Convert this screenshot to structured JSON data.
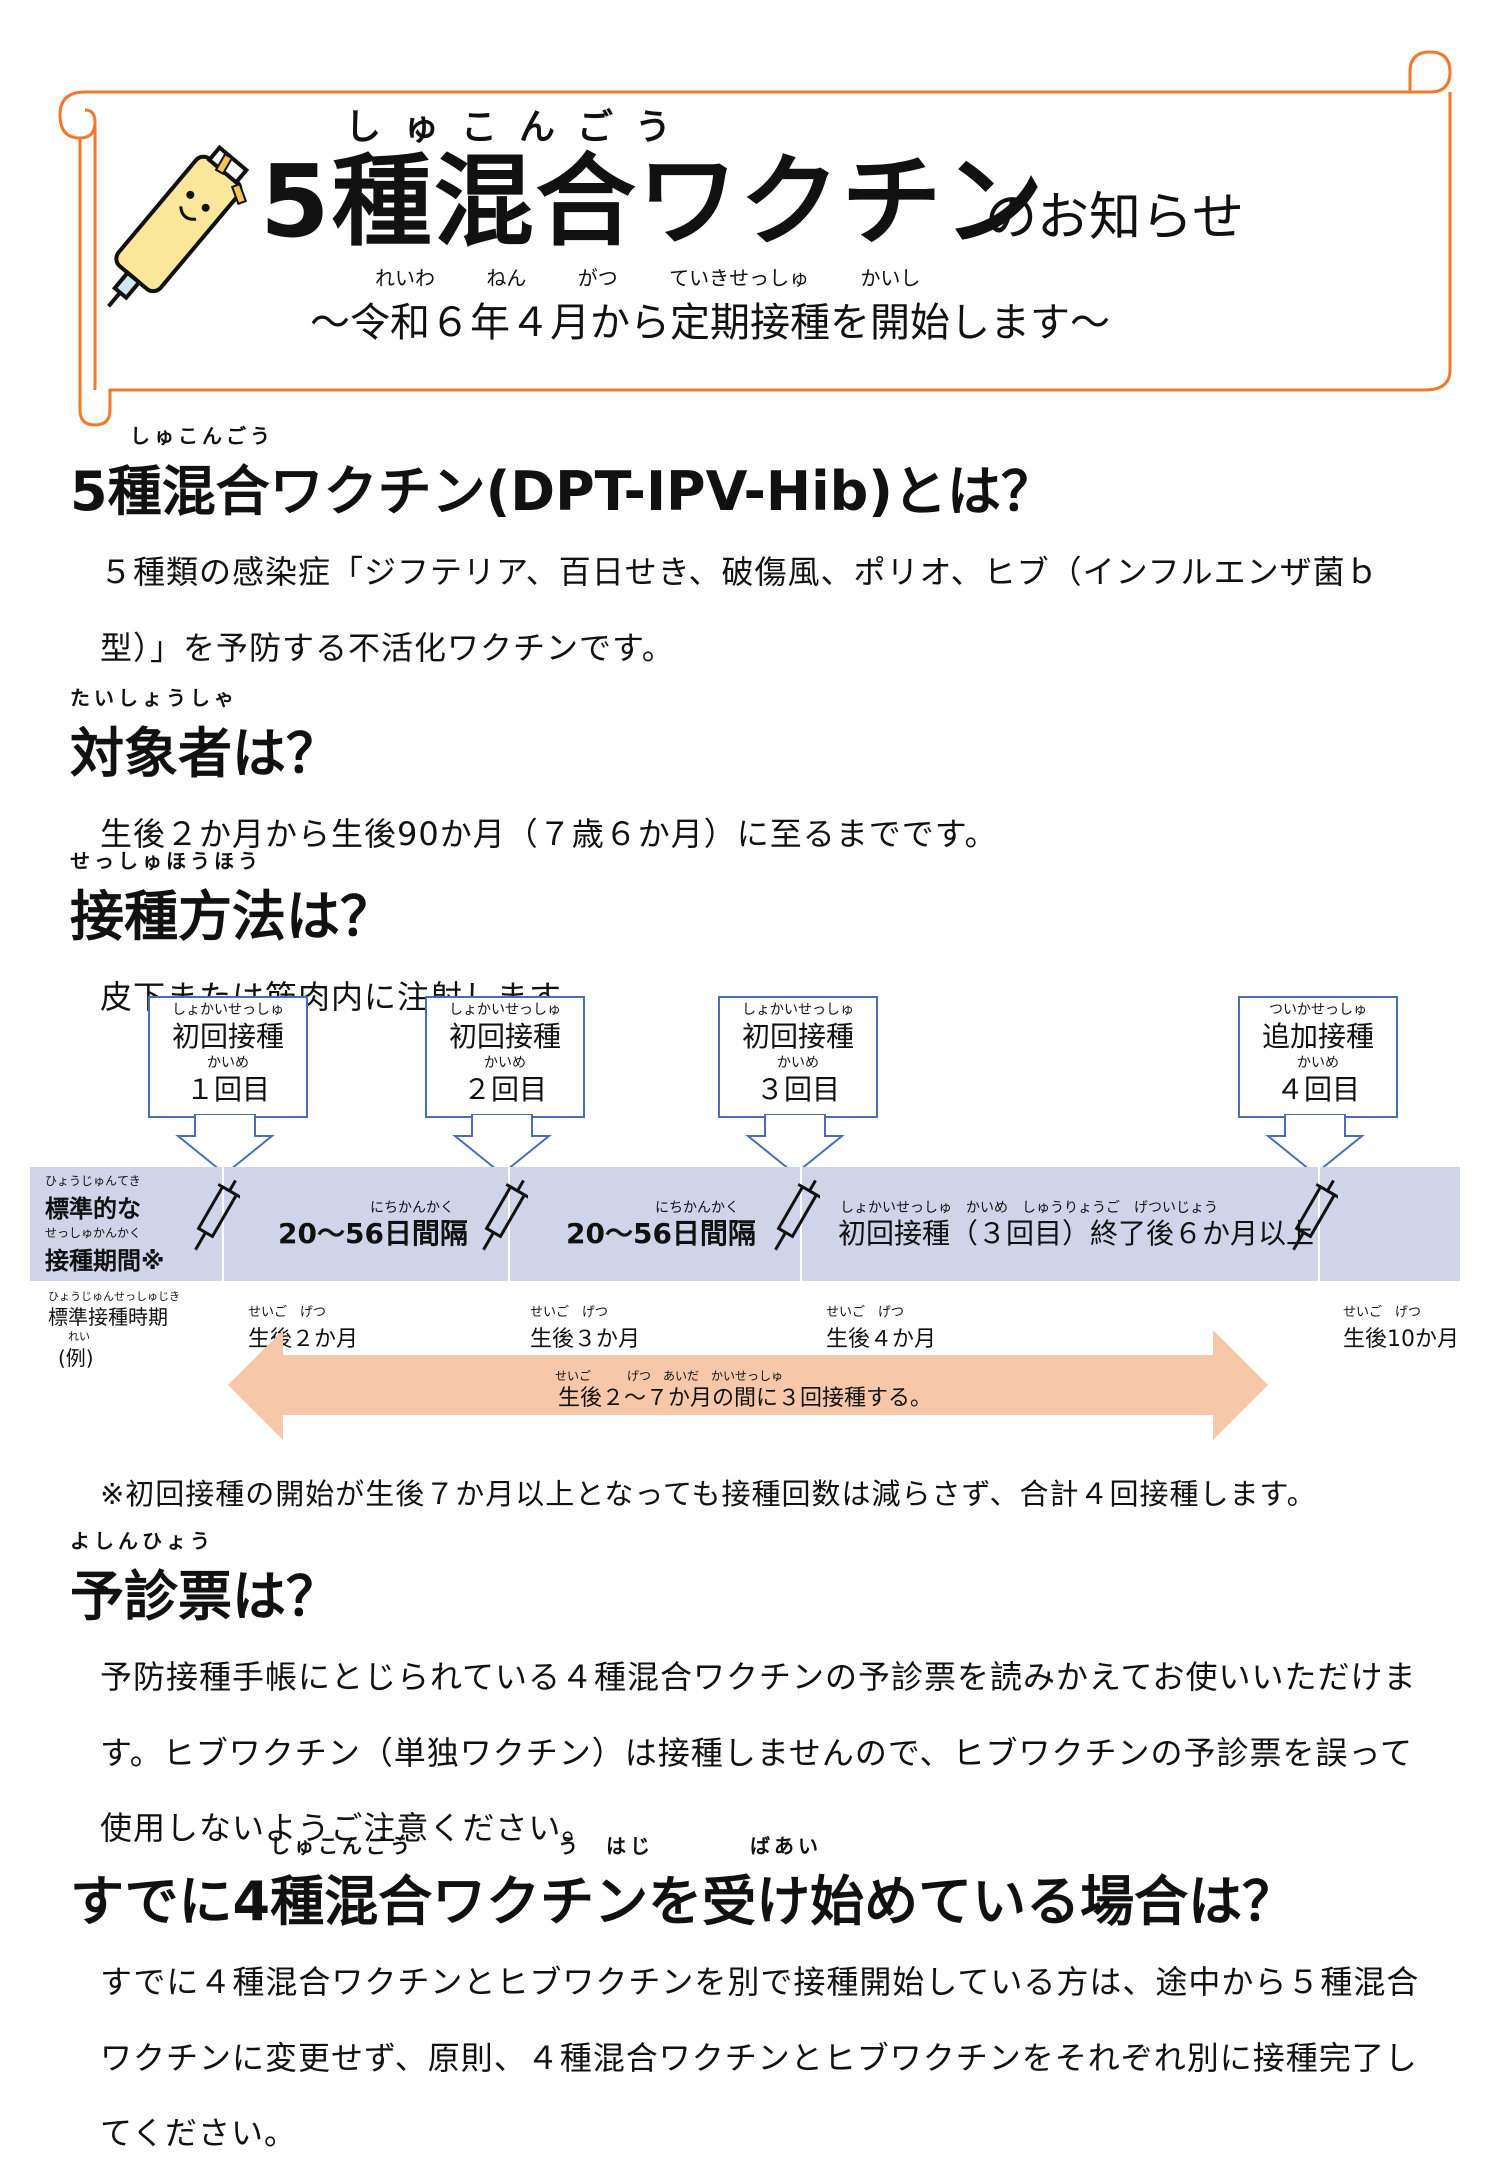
{
  "header": {
    "title_ruby": "しゅこんごう",
    "title_main": "5種混合ワクチン",
    "title_suffix": "のお知らせ",
    "subtitle": "～令和６年４月から定期接種を開始します～",
    "subtitle_ruby": [
      "れいわ",
      "ねん",
      "がつ",
      "ていきせっしゅ",
      "かいし"
    ]
  },
  "sections": {
    "what": {
      "heading": "5種混合ワクチン(DPT-IPV-Hib)とは？",
      "heading_ruby": "しゅこんごう",
      "body": "５種類の感染症「ジフテリア、百日せき、破傷風、ポリオ、ヒブ（インフルエンザ菌ｂ型）」を予防する不活化ワクチンです。"
    },
    "target": {
      "heading": "対象者は？",
      "heading_ruby": "たいしょうしゃ",
      "body": "生後２か月から生後90か月（７歳６か月）に至るまでです。"
    },
    "method": {
      "heading": "接種方法は？",
      "heading_ruby": "せっしゅほうほう",
      "body": "皮下または筋肉内に注射します。"
    },
    "note": {
      "body": "※初回接種の開始が生後７か月以上となっても接種回数は減らさず、合計４回接種します。"
    },
    "form": {
      "heading": "予診票は？",
      "heading_ruby": "よしんひょう",
      "body": "予防接種手帳にとじられている４種混合ワクチンの予診票を読みかえてお使いいただけます。ヒブワクチン（単独ワクチン）は接種しませんので、ヒブワクチンの予診票を誤って使用しないようご注意ください。"
    },
    "already": {
      "heading": "すでに4種混合ワクチンを受け始めている場合は？",
      "heading_ruby": "しゅこんごう　　　　　　う　はじ　　　　ばあい",
      "body": "すでに４種混合ワクチンとヒブワクチンを別で接種開始している方は、途中から５種混合ワクチンに変更せず、原則、４種混合ワクチンとヒブワクチンをそれぞれ別に接種完了してください。"
    }
  },
  "timeline": {
    "doses": [
      {
        "label": "初回接種",
        "ruby": "しょかいせっしゅ",
        "count": "１回目",
        "count_ruby": "かいめ"
      },
      {
        "label": "初回接種",
        "ruby": "しょかいせっしゅ",
        "count": "２回目",
        "count_ruby": "かいめ"
      },
      {
        "label": "初回接種",
        "ruby": "しょかいせっしゅ",
        "count": "３回目",
        "count_ruby": "かいめ"
      },
      {
        "label": "追加接種",
        "ruby": "ついかせっしゅ",
        "count": "４回目",
        "count_ruby": "かいめ"
      }
    ],
    "band_label_line1": "標準的な",
    "band_label_line2": "接種期間※",
    "band_label_ruby1": "ひょうじゅんてき",
    "band_label_ruby2": "せっしゅかんかく",
    "interval1": "20～56日間隔",
    "interval2": "20～56日間隔",
    "interval_ruby": "にちかんかく",
    "interval3": "初回接種（３回目）終了後６か月以上",
    "interval3_ruby": "しょかいせっしゅ　かいめ　しゅうりょうご　げついじょう",
    "std_label": "標準接種時期",
    "std_label_ruby": "ひょうじゅんせっしゅじき",
    "std_example": "(例)",
    "std_example_ruby": "れい",
    "ages": [
      "生後２か月",
      "生後３か月",
      "生後４か月",
      "生後10か月"
    ],
    "age_ruby": "せいご　げつ",
    "arrow_text": "生後２～７か月の間に３回接種する。",
    "arrow_ruby": "せいご　　　げつ　あいだ　かいせっしゅ"
  },
  "colors": {
    "scroll_border": "#f07a2a",
    "box_border": "#4a6db3",
    "band": "#d0d4e8",
    "arrow_fill": "#f7c7a9"
  }
}
